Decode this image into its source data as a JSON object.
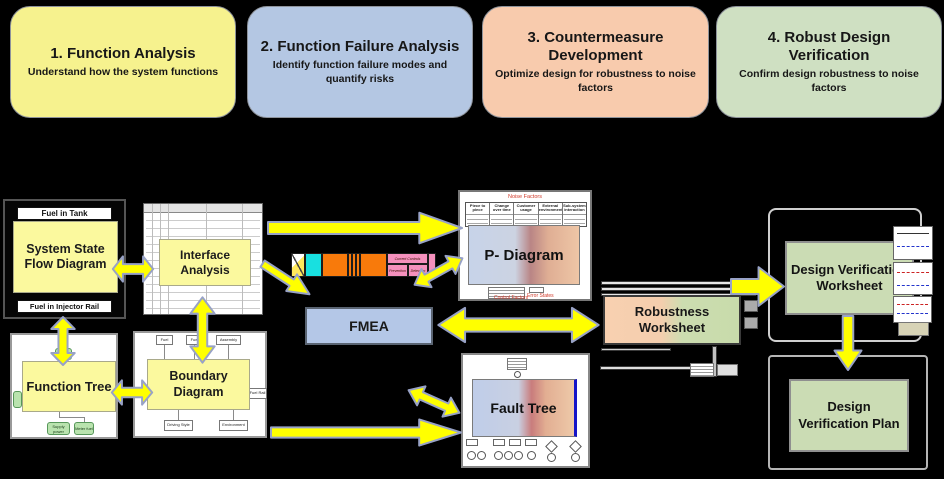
{
  "phases": [
    {
      "title": "1. Function Analysis",
      "subtitle": "Understand how the system functions"
    },
    {
      "title": "2. Function Failure Analysis",
      "subtitle": "Identify function failure modes and quantify risks"
    },
    {
      "title": "3. Countermeasure Development",
      "subtitle": "Optimize design for robustness to noise factors"
    },
    {
      "title": "4. Robust Design Verification",
      "subtitle": "Confirm design robustness to noise factors"
    }
  ],
  "artifacts": {
    "system_state_flow": {
      "label": "System State Flow Diagram",
      "top_label": "Fuel in Tank",
      "bottom_label": "Fuel in Injector Rail"
    },
    "interface_analysis": {
      "label": "Interface Analysis"
    },
    "function_tree": {
      "label": "Function Tree",
      "child_1": "Supply power",
      "child_2": "Meter fuel"
    },
    "boundary_diagram": {
      "label": "Boundary Diagram",
      "top_1": "Fuel",
      "top_2": "Fuel",
      "top_3": "Assembly",
      "bottom_1": "Driving Style",
      "bottom_2": "Environment",
      "side_1": "Fuel Rail"
    },
    "fmea": {
      "label": "FMEA"
    },
    "p_diagram": {
      "label": "P- Diagram",
      "noise_label": "Noise Factors",
      "control_label": "Control Factors",
      "error_label": "Error States",
      "noise_col_1": "Piece to piece",
      "noise_col_2": "Change over time",
      "noise_col_3": "Customer usage",
      "noise_col_4": "External environment",
      "noise_col_5": "Sub-system interaction"
    },
    "fault_tree": {
      "label": "Fault Tree"
    },
    "robustness_worksheet": {
      "label": "Robustness Worksheet"
    },
    "dv_worksheet": {
      "label": "Design Verification Worksheet"
    },
    "dv_plan": {
      "label": "Design Verification Plan"
    }
  },
  "strip": {
    "current_controls": "Current Controls",
    "prevention": "Prevention",
    "detection": "Detection"
  },
  "colors": {
    "arrow_yellow": "#ffff00",
    "phase_yellow": "#f6f28e",
    "phase_blue": "#b4c7e3",
    "phase_peach": "#f8cbad",
    "phase_green": "#cfe0c2",
    "fmea_blue": "#b4c7e7",
    "artifact_yellow": "#fbf99e",
    "dv_green": "#cbdcb4"
  }
}
